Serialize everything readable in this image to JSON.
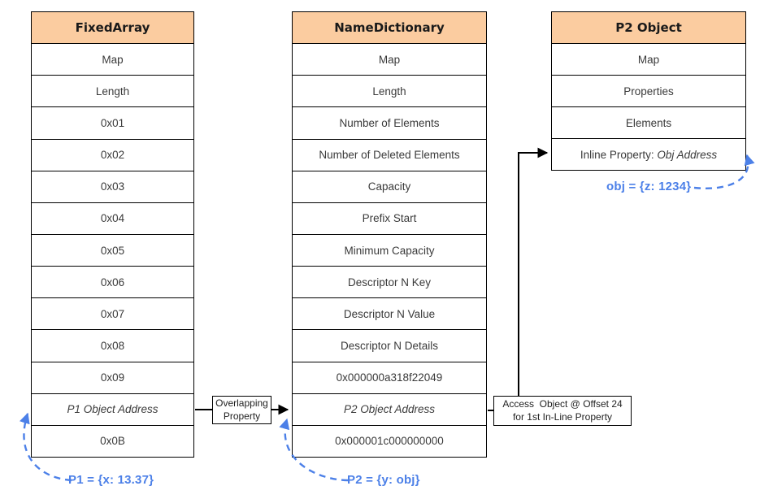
{
  "diagram": {
    "tables": {
      "fixed_array": {
        "title": "FixedArray",
        "rows": [
          "Map",
          "Length",
          "0x01",
          "0x02",
          "0x03",
          "0x04",
          "0x05",
          "0x06",
          "0x07",
          "0x08",
          "0x09",
          "P1 Object Address",
          "0x0B"
        ]
      },
      "name_dictionary": {
        "title": "NameDictionary",
        "rows": [
          "Map",
          "Length",
          "Number of Elements",
          "Number of Deleted Elements",
          "Capacity",
          "Prefix Start",
          "Minimum Capacity",
          "Descriptor N Key",
          "Descriptor N Value",
          "Descriptor N Details",
          "0x000000a318f22049",
          "P2 Object Address",
          "0x000001c000000000"
        ]
      },
      "p2_object": {
        "title": "P2 Object",
        "rows": [
          "Map",
          "Properties",
          "Elements"
        ],
        "inline_property_label": "Inline Property: ",
        "inline_property_value": "Obj Address"
      }
    },
    "connector_labels": {
      "overlapping": "Overlapping Property",
      "access_line1": "Access  Object @ Offset 24",
      "access_line2": "for 1st In-Line Property"
    },
    "notes": {
      "p1": "P1 = {x: 13.37}",
      "p2": "P2 = {y: obj}",
      "obj": "obj = {z: 1234}"
    },
    "colors": {
      "header_fill": "#FBCCA0",
      "note_blue": "#4C80E8",
      "border": "#000000"
    }
  }
}
